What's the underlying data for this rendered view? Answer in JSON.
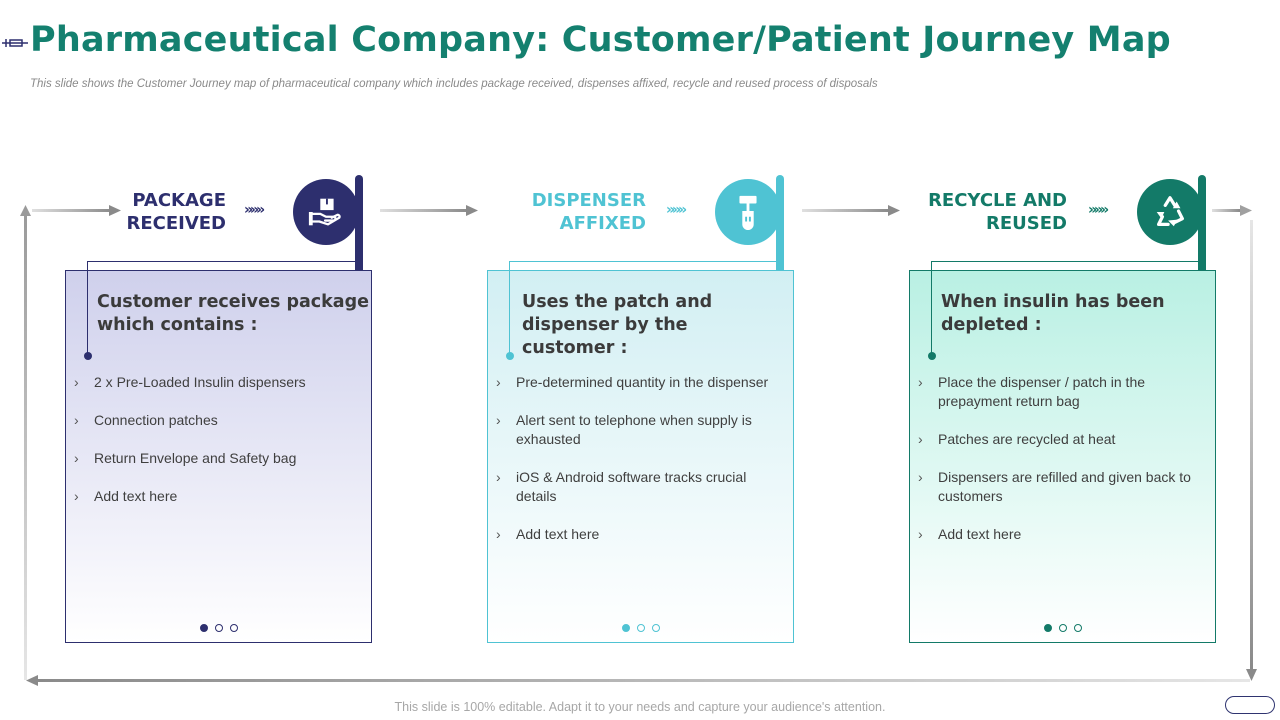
{
  "title": "Pharmaceutical Company: Customer/Patient Journey Map",
  "subtitle": "This slide shows the Customer Journey map of pharmaceutical company which includes package received, dispenses affixed, recycle and reused process of disposals",
  "footer": "This slide is 100% editable. Adapt it to your needs and capture your audience's attention.",
  "chevrons": "»»»",
  "colors": {
    "title": "#14806f",
    "stage1": "#2d2f6e",
    "stage2": "#4fc3d3",
    "stage3": "#137a68"
  },
  "stages": [
    {
      "label_line1": "PACKAGE",
      "label_line2": "RECEIVED",
      "icon": "hand-holding-box-icon",
      "heading": "Customer receives package which contains :",
      "items": [
        "2 x Pre-Loaded Insulin dispensers",
        "Connection patches",
        "Return Envelope and Safety bag",
        "Add text here"
      ]
    },
    {
      "label_line1": "DISPENSER",
      "label_line2": "AFFIXED",
      "icon": "insulin-dispenser-icon",
      "heading": "Uses the patch and dispenser by the customer :",
      "items": [
        "Pre-determined quantity in the dispenser",
        "Alert sent to telephone when supply is exhausted",
        "iOS & Android software tracks crucial details",
        "Add text here"
      ]
    },
    {
      "label_line1": "RECYCLE AND",
      "label_line2": "REUSED",
      "icon": "recycle-icon",
      "heading": "When insulin has been depleted :",
      "items": [
        "Place the dispenser / patch in the prepayment return bag",
        "Patches are recycled at heat",
        "Dispensers are refilled and given back to customers",
        "Add text here"
      ]
    }
  ]
}
